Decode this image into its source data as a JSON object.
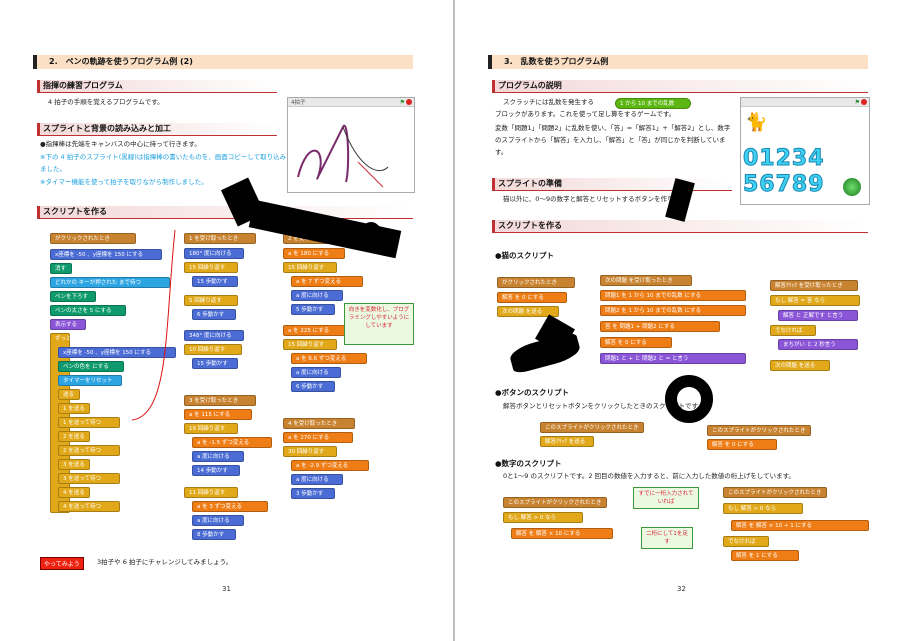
{
  "left": {
    "chapter": "2.　ペンの軌跡を使うプログラム例 (2)",
    "sections": [
      "指揮の練習プログラム",
      "スプライトと背景の読み込みと加工",
      "スクリプトを作る"
    ],
    "intro": "4 拍子の手順を覚えるプログラムです。",
    "bullet1": "●指揮棒は先端をキャンバスの中心に持って行きます。",
    "note1": "※下の 4 拍子のスプライト(黒線)は指揮棒の書いたものを、画面コピーして取り込みました。",
    "note2": "※タイマー機能を使って拍子を取りながら制作しました。",
    "stage_title": "4拍子",
    "callout": "向きを変数化し、プログラミングしやすいようにしています",
    "tryit": "やってみよう",
    "tryit_text": "3拍子や 6 拍子にチャレンジしてみましょう。",
    "page_number": "31",
    "script1": [
      "がクリックされたとき",
      "x座標を -50 、y座標を 150 にする",
      "消す",
      "どれかの キーが押された まで待つ",
      "ペンを下ろす",
      "ペンの太さを 5 にする",
      "表示する",
      "ずっと",
      "x座標を -50 、y座標を 150 にする",
      "ペンの色を にする",
      "タイマーをリセット",
      "送る",
      "1 を送る",
      "1 を送って待つ",
      "2 を送る",
      "2 を送って待つ",
      "3 を送る",
      "3 を送って待つ",
      "4 を送る",
      "4 を送って待つ"
    ],
    "script2": [
      "1 を受け取ったとき",
      "180° 度に向ける",
      "15 回繰り返す",
      "15 歩動かす",
      "5 回繰り返す",
      "6 歩動かす",
      "348° 度に向ける",
      "10 回繰り返す",
      "15 歩動かす"
    ],
    "script3": [
      "2 を受け取ったとき",
      "a を 180 にする",
      "15 回繰り返す",
      "a を 7 ずつ変える",
      "a 度に向ける",
      "5 歩動かす",
      "a を 225 にする",
      "15 回繰り返す",
      "a を 6.6 ずつ変える",
      "a 度に向ける",
      "6 歩動かす"
    ],
    "script4": [
      "3 を受け取ったとき",
      "a を 115 にする",
      "19 回繰り返す",
      "a を -1.5 ずつ変える",
      "a 度に向ける",
      "14 歩動かす",
      "11 回繰り返す",
      "a を 3 ずつ変える",
      "a 度に向ける",
      "8 歩動かす"
    ],
    "script5": [
      "4 を受け取ったとき",
      "a を 270 にする",
      "30 回繰り返す",
      "a を -2.9 ずつ変える",
      "a 度に向ける",
      "3 歩動かす"
    ]
  },
  "right": {
    "chapter": "3.　乱数を使うプログラム例",
    "sections": [
      "プログラムの説明",
      "スプライトの準備",
      "スクリプトを作る"
    ],
    "desc1": "スクラッチには乱数を発生する",
    "desc1b": "ブロックがあります。これを使って足し算をするゲームです。",
    "desc2": "変数「問題1」「問題2」に乱数を使い、「答」=「解答1」+「解答2」とし、数字のスプライトから「解答」を入力し、「解答」と「答」が同じかを判断しています。",
    "random_block": "1 から 10 までの乱数",
    "prep_text": "猫以外に、0～9の数字と解答とリセットするボタンを作ります。",
    "digits_top": "01234",
    "digits_bottom": "56789",
    "h_cat": "●猫のスクリプト",
    "h_button": "●ボタンのスクリプト",
    "button_text": "解答ボタンとリセットボタンをクリックしたときのスクリプトです。",
    "h_digit": "●数字のスクリプト",
    "digit_text": "0と1～9 のスクリプトです。2 回目の数値を入力すると、前に入力した数値の桁上げをしています。",
    "callout1": "すでに一桁入力されていれば",
    "callout2": "二桁にして1を足す",
    "page_number": "32",
    "cat_script1": [
      "がクリックされたとき",
      "解答 を 0 にする",
      "次の問題 を送る"
    ],
    "cat_script2": [
      "次の問題 を受け取ったとき",
      "問題1 を 1 から 10 までの乱数 にする",
      "問題2 を 1 から 10 までの乱数 にする",
      "答 を 問題1 + 問題2 にする",
      "解答 を 0 にする",
      "問題1 と + と 問題2 と = と言う"
    ],
    "cat_script3": [
      "解答ｸﾘｯｸ を受け取ったとき",
      "もし 解答 = 答 なら",
      "解答 と 正解です と言う",
      "でなければ",
      "まちがい と 2 秒言う",
      "次の問題 を送る"
    ],
    "btn_script1": [
      "このスプライトがクリックされたとき",
      "解答ｸﾘｯｸ を送る"
    ],
    "btn_script2": [
      "このスプライトがクリックされたとき",
      "解答 を 0 にする"
    ],
    "dig_script1": [
      "このスプライトがクリックされたとき",
      "もし 解答 > 0 なら",
      "解答 を 解答 × 10 にする"
    ],
    "dig_script2": [
      "このスプライトがクリックされたとき",
      "もし 解答 > 0 なら",
      "解答 を 解答 × 10 + 1 にする",
      "でなければ",
      "解答 を 1 にする"
    ]
  },
  "colors": {
    "event": "#c88330",
    "motion": "#4a6cd4",
    "control": "#e1a91a",
    "pen": "#0e9a6c",
    "looks": "#8a55d7",
    "operator": "#5cb712",
    "variable": "#ee7d16",
    "sensing": "#2ca5e2"
  },
  "icons": [
    "green-flag-icon",
    "stop-icon",
    "cat-sprite-icon"
  ]
}
